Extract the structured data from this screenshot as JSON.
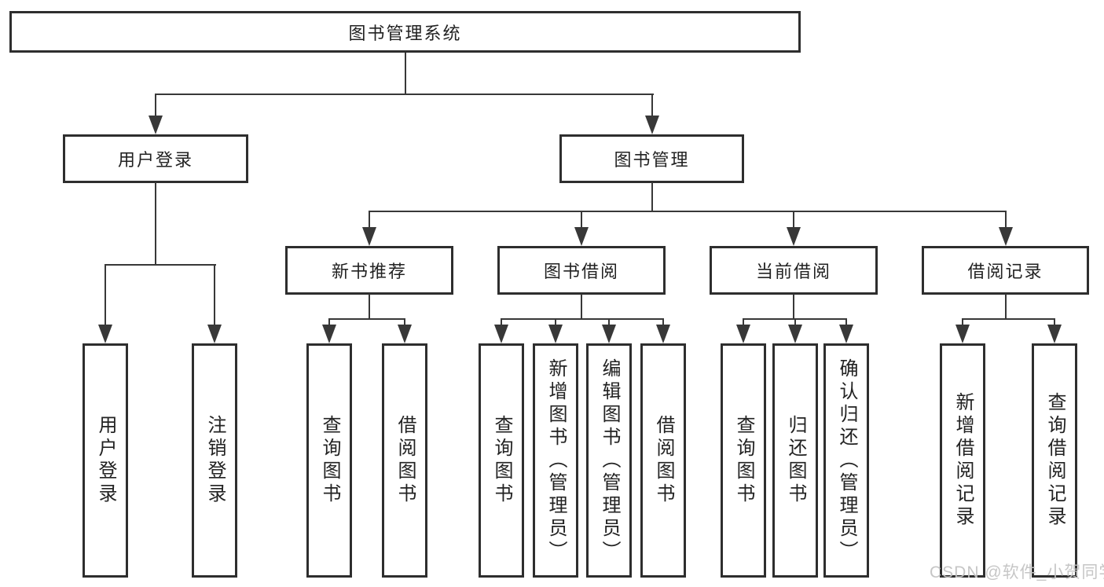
{
  "diagram": {
    "root": {
      "label": "图书管理系统"
    },
    "user_login": {
      "label": "用户登录",
      "children": [
        {
          "label": "用户登录"
        },
        {
          "label": "注销登录"
        }
      ]
    },
    "book_management": {
      "label": "图书管理",
      "sections": {
        "new_book_recommend": {
          "label": "新书推荐",
          "children": [
            {
              "label": "查询图书"
            },
            {
              "label": "借阅图书"
            }
          ]
        },
        "book_borrowing": {
          "label": "图书借阅",
          "children": [
            {
              "label": "查询图书"
            },
            {
              "label": "新增图书（管理员）"
            },
            {
              "label": "编辑图书（管理员）"
            },
            {
              "label": "借阅图书"
            }
          ]
        },
        "current_borrowing": {
          "label": "当前借阅",
          "children": [
            {
              "label": "查询图书"
            },
            {
              "label": "归还图书"
            },
            {
              "label": "确认归还（管理员）"
            }
          ]
        },
        "borrowing_records": {
          "label": "借阅记录",
          "children": [
            {
              "label": "新增借阅记录"
            },
            {
              "label": "查询借阅记录"
            }
          ]
        }
      }
    }
  },
  "watermark": {
    "text": "CSDN @软件_小贺同学"
  },
  "colors": {
    "line": "#383838",
    "border": "#2e2e2e",
    "text": "#222222",
    "background": "#ffffff",
    "watermark": "#c3c3c3"
  }
}
